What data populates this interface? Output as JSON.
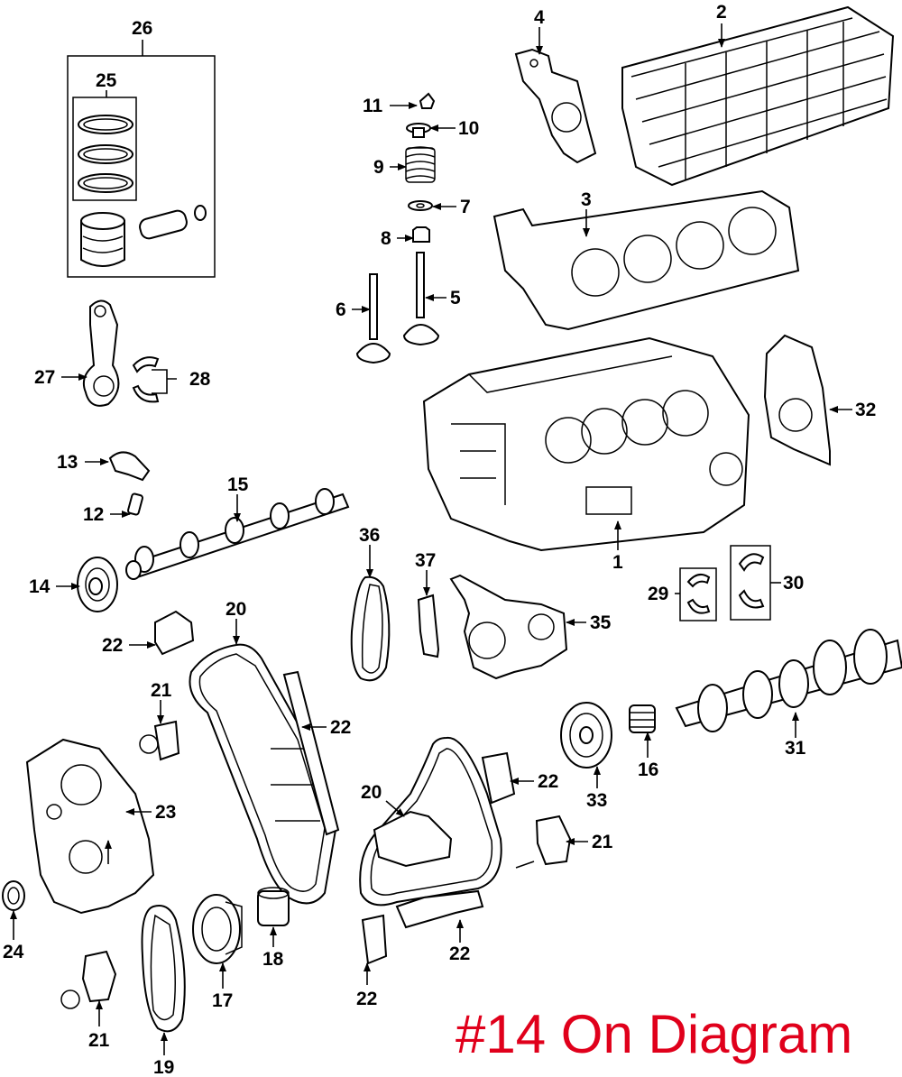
{
  "caption": "#14 On Diagram",
  "colors": {
    "caption": "#e0001b",
    "lines": "#000000",
    "background": "#ffffff"
  },
  "callouts": {
    "c1": "1",
    "c2": "2",
    "c3": "3",
    "c4": "4",
    "c5": "5",
    "c6": "6",
    "c7": "7",
    "c8": "8",
    "c9": "9",
    "c10": "10",
    "c11": "11",
    "c12": "12",
    "c13": "13",
    "c14": "14",
    "c15": "15",
    "c16": "16",
    "c17": "17",
    "c18": "18",
    "c19": "19",
    "c20a": "20",
    "c20b": "20",
    "c21a": "21",
    "c21b": "21",
    "c21c": "21",
    "c22a": "22",
    "c22b": "22",
    "c22c": "22",
    "c22d": "22",
    "c22e": "22",
    "c23": "23",
    "c24": "24",
    "c25": "25",
    "c26": "26",
    "c27": "27",
    "c28": "28",
    "c29": "29",
    "c30": "30",
    "c31": "31",
    "c32": "32",
    "c33": "33",
    "c35": "35",
    "c36": "36",
    "c37": "37"
  }
}
